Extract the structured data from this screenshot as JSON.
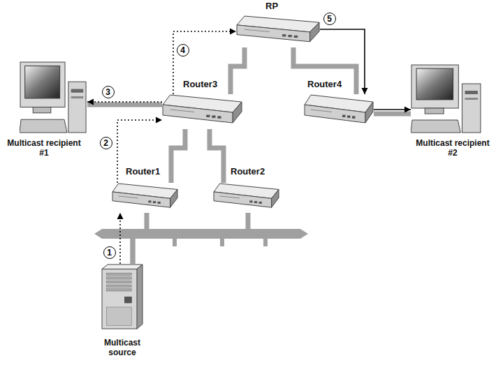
{
  "diagram": {
    "nodes": [
      {
        "text": [
          "RP"
        ]
      },
      {
        "text": [
          "Router3"
        ]
      },
      {
        "text": [
          "Router4"
        ]
      },
      {
        "text": [
          "Multicast recipient #1"
        ]
      },
      {
        "text": [
          "Multicast recipient #2"
        ]
      },
      {
        "text": [
          "Router1"
        ]
      },
      {
        "text": [
          "Router2"
        ]
      },
      {
        "text": [
          "Multicast source"
        ]
      }
    ],
    "edges": [
      {
        "from": 0,
        "to": 1,
        "arrow": "none"
      },
      {
        "from": 0,
        "to": 2,
        "arrow": "none"
      },
      {
        "from": 1,
        "to": 3,
        "arrow": "none"
      },
      {
        "from": 2,
        "to": 4,
        "arrow": "none"
      },
      {
        "from": 1,
        "to": 5,
        "arrow": "none"
      },
      {
        "from": 1,
        "to": 6,
        "arrow": "none"
      },
      {
        "from": 5,
        "to": 7,
        "arrow": "none"
      },
      {
        "from": 6,
        "to": 7,
        "arrow": "none"
      },
      {
        "from": 7,
        "to": 5,
        "arrow": "to"
      },
      {
        "from": 5,
        "to": 1,
        "arrow": "to"
      },
      {
        "from": 1,
        "to": 3,
        "arrow": "to"
      },
      {
        "from": 1,
        "to": 0,
        "arrow": "to"
      },
      {
        "from": 0,
        "to": 2,
        "arrow": "to"
      },
      {
        "from": 2,
        "to": 4,
        "arrow": "to"
      }
    ],
    "labels": [
      "1",
      "2",
      "3",
      "4",
      "5"
    ]
  }
}
